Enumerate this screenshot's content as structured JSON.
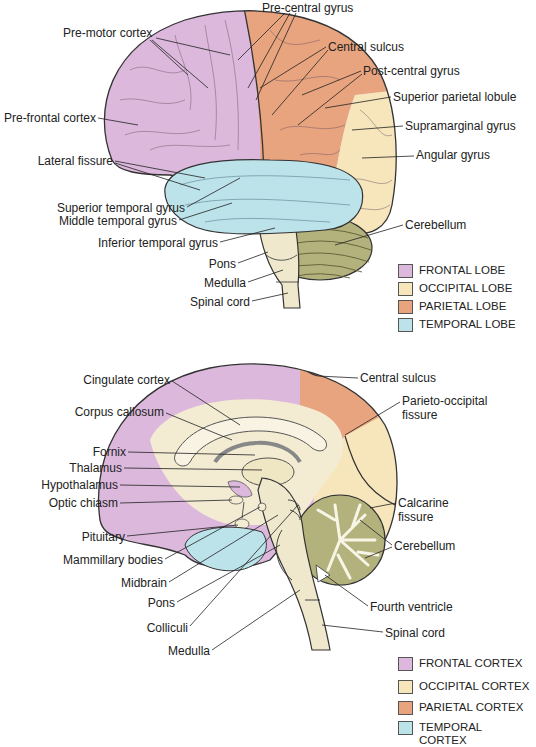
{
  "diagram": {
    "labels": [
      "Pre-central gyrus",
      "Pre-motor cortex",
      "Central sulcus",
      "Post-central gyrus",
      "Superior parietal lobule",
      "Pre-frontal cortex",
      "Supramarginal gyrus",
      "Angular gyrus",
      "Lateral fissure",
      "Superior temporal gyrus",
      "Middle temporal gyrus",
      "Cerebellum",
      "Inferior temporal gyrus",
      "Pons",
      "Medulla",
      "Spinal cord",
      "Cingulate cortex",
      "Central sulcus",
      "Corpus callosum",
      "Parieto-occipital fissure",
      "Fornix",
      "Thalamus",
      "Hypothalamus",
      "Calcarine fissure",
      "Optic chiasm",
      "Pituitary",
      "Cerebellum",
      "Mammillary bodies",
      "Midbrain",
      "Pons",
      "Fourth ventricle",
      "Colliculi",
      "Spinal cord",
      "Medulla"
    ],
    "legend": [
      {
        "text": "FRONTAL LOBE",
        "color": "#dcb9dc"
      },
      {
        "text": "OCCIPITAL LOBE",
        "color": "#f7e5bb"
      },
      {
        "text": "PARIETAL LOBE",
        "color": "#e8a47e"
      },
      {
        "text": "TEMPORAL LOBE",
        "color": "#bde3ea"
      },
      {
        "text": "FRONTAL CORTEX",
        "color": "#dcb9dc"
      },
      {
        "text": "OCCIPITAL CORTEX",
        "color": "#f7e5bb"
      },
      {
        "text": "PARIETAL CORTEX",
        "color": "#e8a47e"
      },
      {
        "text": "TEMPORAL CORTEX",
        "color": "#bde3ea"
      }
    ]
  }
}
